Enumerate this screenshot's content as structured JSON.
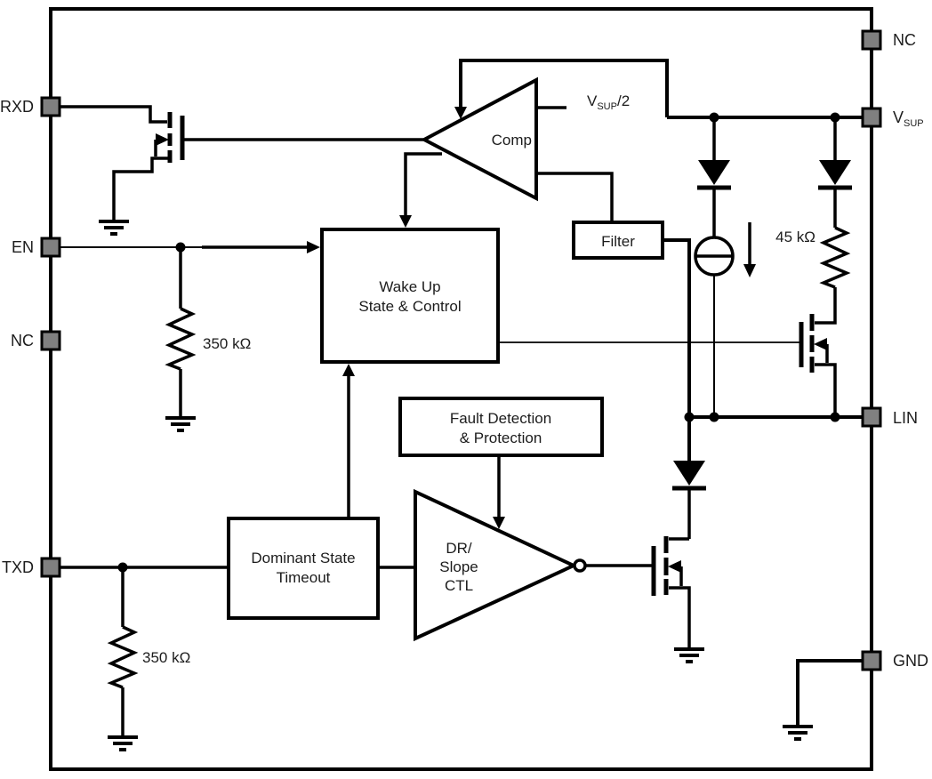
{
  "diagram_type": "LIN transceiver functional block diagram",
  "pins": {
    "left": [
      {
        "label": "RXD"
      },
      {
        "label": "EN"
      },
      {
        "label": "NC"
      },
      {
        "label": "TXD"
      }
    ],
    "right": [
      {
        "label": "NC"
      },
      {
        "label_main": "V",
        "label_sub": "SUP"
      },
      {
        "label": "LIN"
      },
      {
        "label": "GND"
      }
    ]
  },
  "blocks": {
    "comp": {
      "label": "Comp"
    },
    "filter": {
      "label": "Filter"
    },
    "wake_up": {
      "line1": "Wake Up",
      "line2": "State & Control"
    },
    "fault": {
      "line1": "Fault Detection",
      "line2": "& Protection"
    },
    "dominant": {
      "line1": "Dominant State",
      "line2": "Timeout"
    },
    "slope": {
      "line1": "DR/",
      "line2": "Slope",
      "line3": "CTL"
    }
  },
  "labels": {
    "vsup_ref_main": "V",
    "vsup_ref_sub": "SUP",
    "vsup_ref_suffix": "/2",
    "r_en": "350 kΩ",
    "r_txd": "350 kΩ",
    "r_lin": "45 kΩ"
  },
  "colors": {
    "pin_fill": "#808080",
    "line": "#000000",
    "background": "#ffffff"
  }
}
